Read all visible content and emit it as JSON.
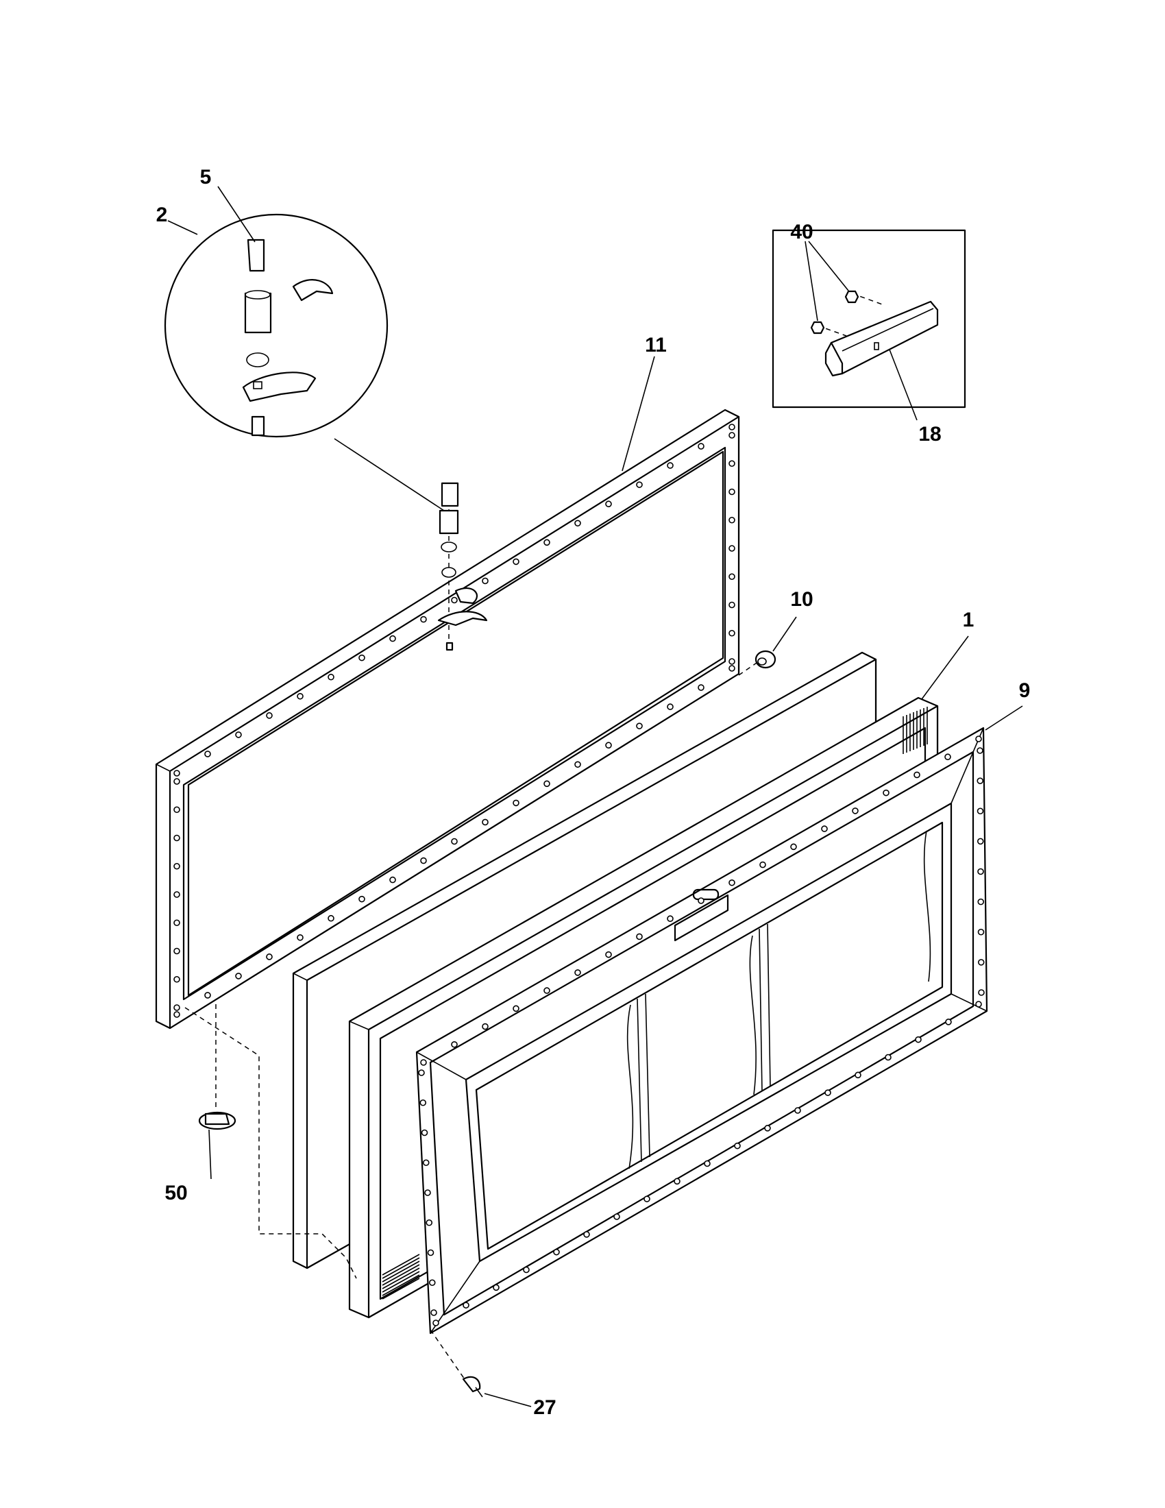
{
  "callouts": {
    "c1": "1",
    "c2": "2",
    "c5": "5",
    "c9": "9",
    "c10": "10",
    "c11": "11",
    "c18": "18",
    "c27": "27",
    "c40": "40",
    "c50": "50"
  }
}
